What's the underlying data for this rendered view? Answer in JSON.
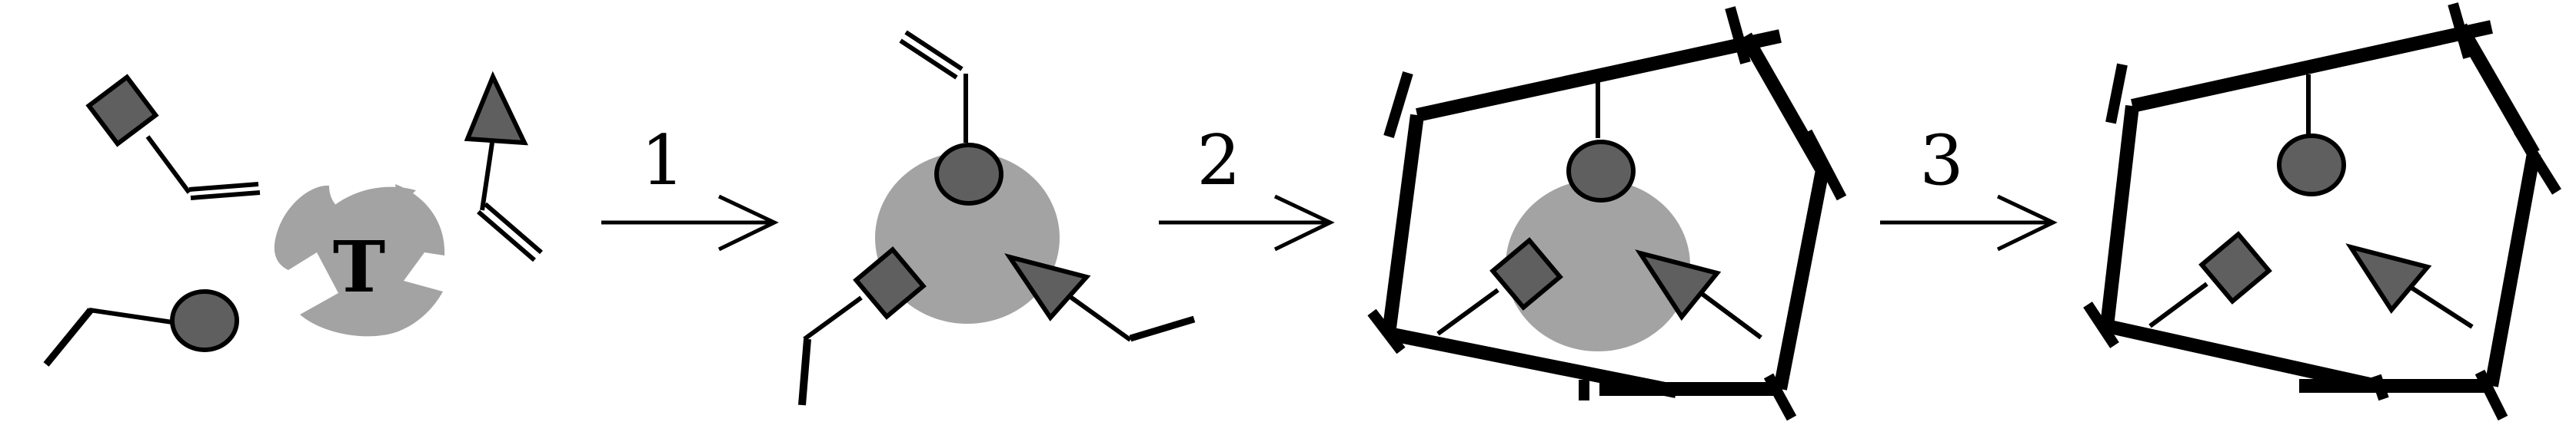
{
  "diagram": {
    "template_label": "T",
    "steps": [
      {
        "label": "1"
      },
      {
        "label": "2"
      },
      {
        "label": "3"
      }
    ],
    "colors": {
      "template": "#a3a3a3",
      "monomer_fill": "#5f5f5f",
      "stroke": "#000000",
      "background": "#ffffff"
    }
  }
}
